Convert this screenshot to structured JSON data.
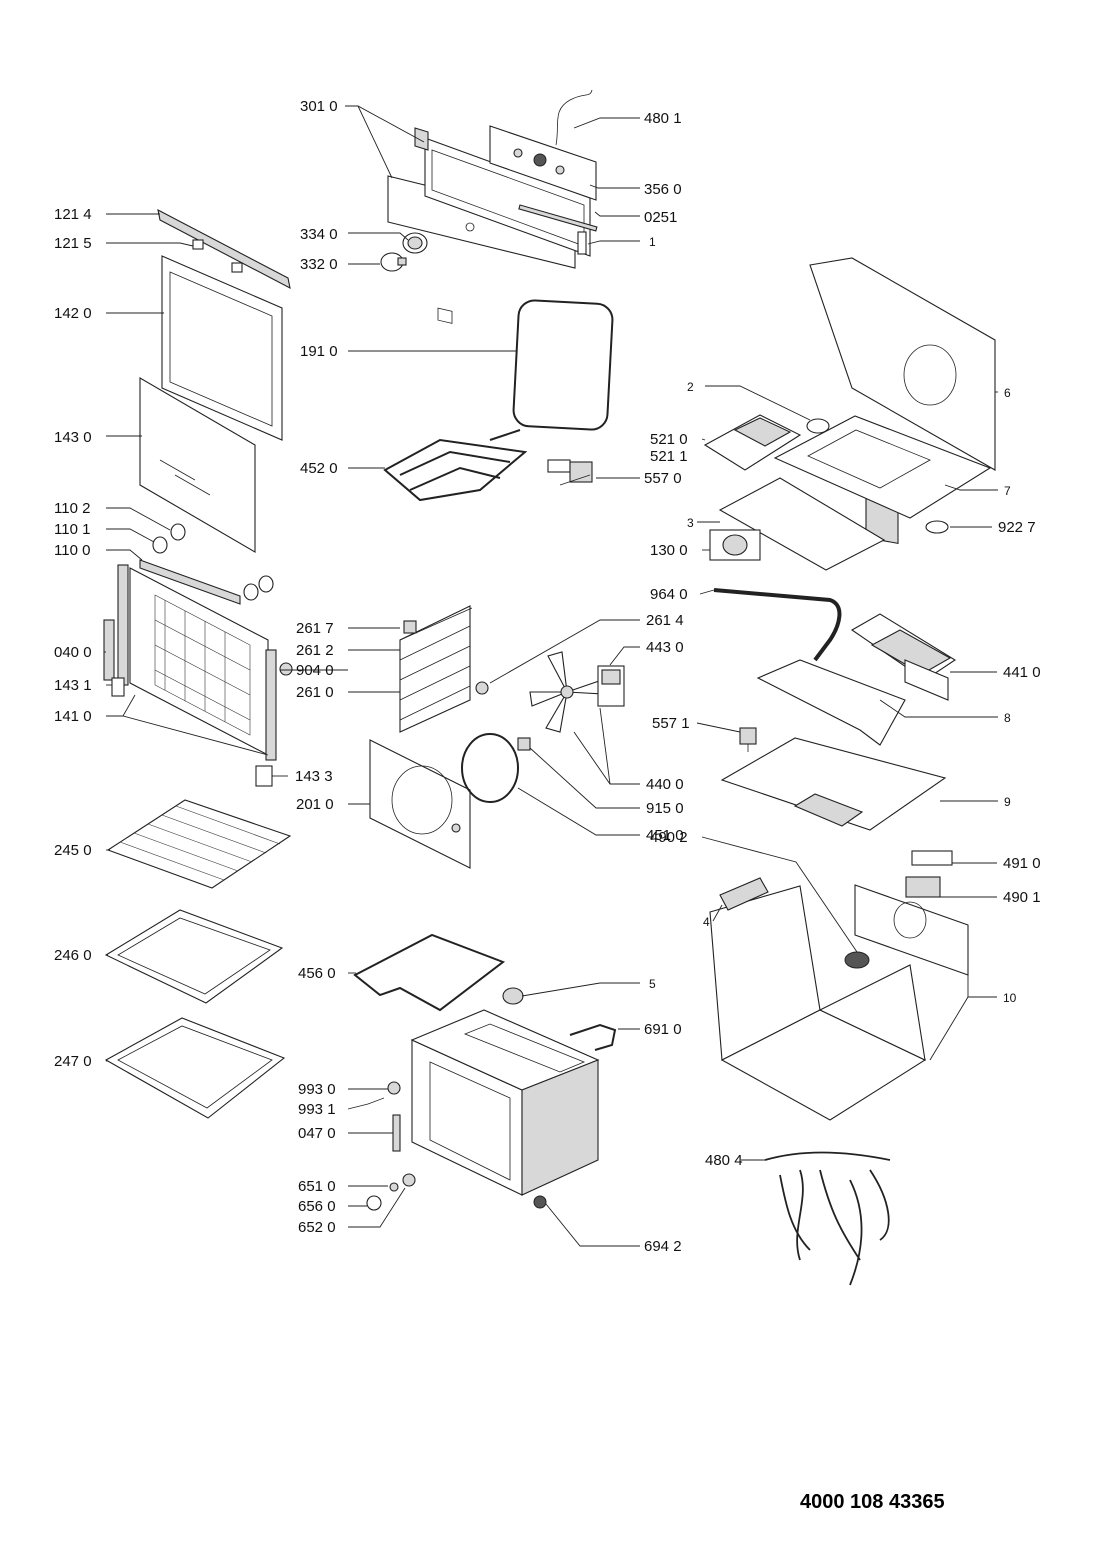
{
  "document_number": "4000 108 43365",
  "labels": {
    "l3010": "301 0",
    "l4801": "480 1",
    "l3560": "356 0",
    "l0251": "0251",
    "l1top": "1",
    "l3340": "334 0",
    "l3320": "332 0",
    "l1214": "121 4",
    "l1215": "121 5",
    "l1420": "142 0",
    "l1430": "143 0",
    "l1102": "110 2",
    "l1101": "110 1",
    "l1100": "110 0",
    "l0400": "040 0",
    "l1431": "143 1",
    "l1410": "141 0",
    "l1433": "143 3",
    "l2450": "245 0",
    "l2460": "246 0",
    "l2470": "247 0",
    "l1910": "191 0",
    "l4520": "452 0",
    "l2617": "261 7",
    "l2612": "261 2",
    "l9040": "904 0",
    "l2610": "261 0",
    "l2010": "201 0",
    "l4560": "456 0",
    "l9930": "993 0",
    "l9931": "993 1",
    "l0470": "047 0",
    "l6510": "651 0",
    "l6560": "656 0",
    "l6520": "652 0",
    "l2": "2",
    "l5210": "521 0",
    "l5211": "521 1",
    "l5570": "557 0",
    "l6": "6",
    "l7": "7",
    "l3": "3",
    "l9227": "922 7",
    "l1300": "130 0",
    "l9640": "964 0",
    "l2614": "261 4",
    "l4430": "443 0",
    "l4410": "441 0",
    "l8": "8",
    "l5571": "557 1",
    "l4400": "440 0",
    "l9150": "915 0",
    "l4510": "451 0",
    "l9": "9",
    "l4902": "490 2",
    "l4910": "491 0",
    "l4": "4",
    "l4901": "490 1",
    "l10": "10",
    "l5": "5",
    "l6910": "691 0",
    "l6942": "694 2",
    "l4804": "480 4"
  }
}
